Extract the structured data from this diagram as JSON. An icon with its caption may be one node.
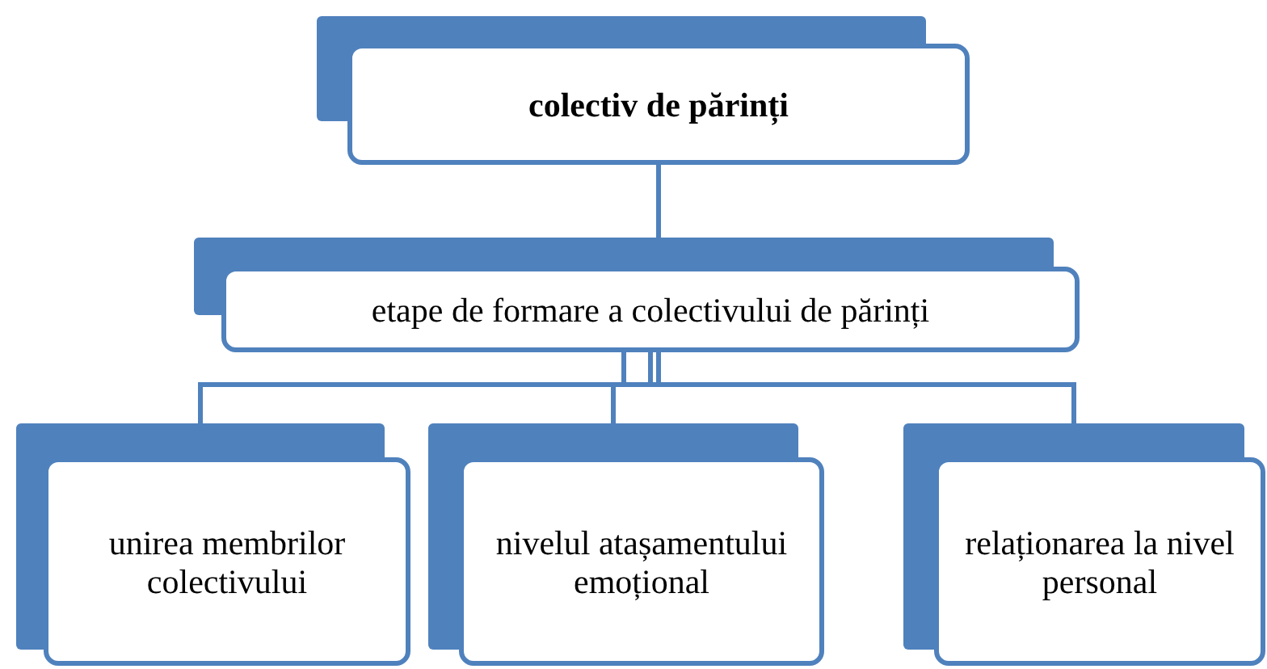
{
  "diagram": {
    "nodes": [
      {
        "text": [
          "colectiv de părinți"
        ]
      },
      {
        "text": [
          "etape de formare a colectivului de părinți"
        ]
      },
      {
        "text": [
          "unirea membrilor colectivului"
        ]
      },
      {
        "text": [
          "nivelul atașamentului emoțional"
        ]
      },
      {
        "text": [
          "relaționarea la nivel personal"
        ]
      }
    ],
    "edges": [
      {
        "from": 0,
        "to": 1,
        "arrow": "none"
      },
      {
        "from": 1,
        "to": 2,
        "arrow": "none"
      },
      {
        "from": 1,
        "to": 3,
        "arrow": "none"
      },
      {
        "from": 1,
        "to": 4,
        "arrow": "none"
      }
    ]
  }
}
